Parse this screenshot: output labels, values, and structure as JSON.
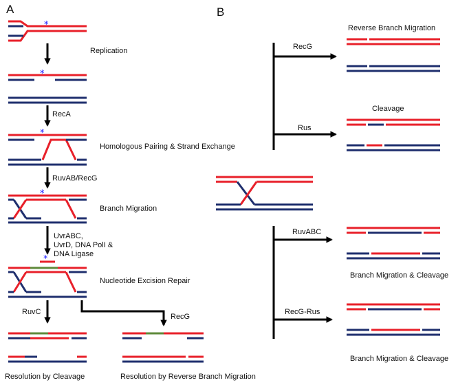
{
  "colors": {
    "red": "#e8202a",
    "blue": "#1f2f6e",
    "green": "#5e8a3a",
    "star": "#1a1aff",
    "arrow": "#000000"
  },
  "panels": {
    "a": "A",
    "b": "B"
  },
  "panel_a": {
    "step_replication": "Replication",
    "enzyme_reca": "RecA",
    "step_pairing": "Homologous Pairing & Strand Exchange",
    "enzyme_ruvab_recg": "RuvAB/RecG",
    "step_branch_migration": "Branch Migration",
    "enzyme_ner_line1": "UvrABC,",
    "enzyme_ner_line2": "UvrD, DNA PolI &",
    "enzyme_ner_line3": "DNA Ligase",
    "step_ner": "Nucleotide Excision Repair",
    "enzyme_ruvc": "RuvC",
    "enzyme_recg": "RecG",
    "result_cleavage": "Resolution by Cleavage",
    "result_reverse": "Resolution by Reverse Branch Migration"
  },
  "panel_b": {
    "enzyme_recg": "RecG",
    "result_reverse": "Reverse Branch Migration",
    "enzyme_rus": "Rus",
    "result_cleavage": "Cleavage",
    "enzyme_ruvabc": "RuvABC",
    "result_bm_cleavage_1": "Branch Migration & Cleavage",
    "enzyme_recg_rus": "RecG-Rus",
    "result_bm_cleavage_2": "Branch Migration & Cleavage"
  }
}
